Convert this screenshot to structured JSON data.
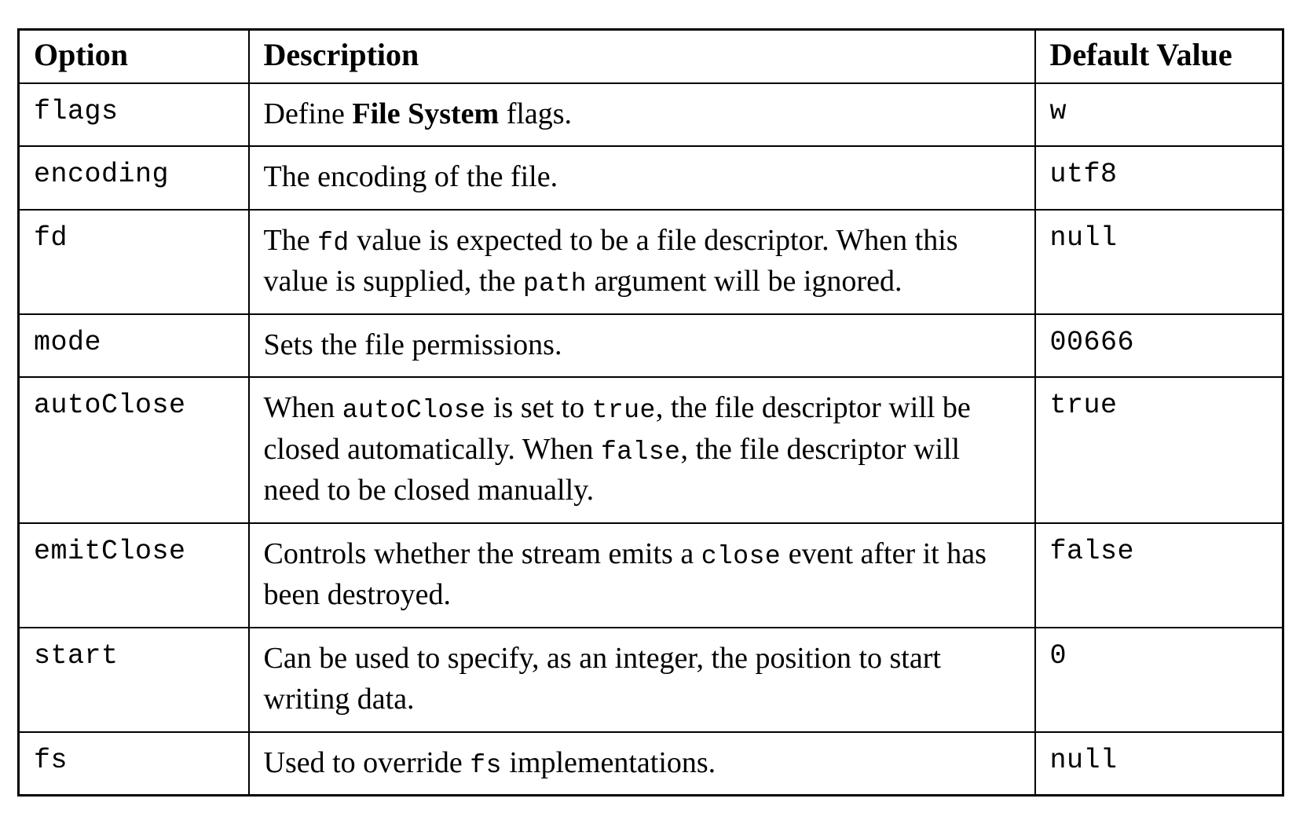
{
  "table": {
    "headers": {
      "option": "Option",
      "description": "Description",
      "default_value": "Default Value"
    },
    "rows": [
      {
        "option": "flags",
        "description_parts": [
          {
            "text": "Define ",
            "style": "normal"
          },
          {
            "text": "File System",
            "style": "bold"
          },
          {
            "text": " flags.",
            "style": "normal"
          }
        ],
        "description_text": "Define File System flags.",
        "default_value": "w"
      },
      {
        "option": "encoding",
        "description_parts": [
          {
            "text": "The encoding of the file.",
            "style": "normal"
          }
        ],
        "description_text": "The encoding of the file.",
        "default_value": "utf8"
      },
      {
        "option": "fd",
        "description_parts": [
          {
            "text": "The ",
            "style": "normal"
          },
          {
            "text": "fd",
            "style": "code"
          },
          {
            "text": " value is expected to be a file descriptor. When this value is supplied, the ",
            "style": "normal"
          },
          {
            "text": "path",
            "style": "code"
          },
          {
            "text": " argument will be ignored.",
            "style": "normal"
          }
        ],
        "description_text": "The fd value is expected to be a file descriptor. When this value is supplied, the path argument will be ignored.",
        "default_value": "null"
      },
      {
        "option": "mode",
        "description_parts": [
          {
            "text": "Sets the file permissions.",
            "style": "normal"
          }
        ],
        "description_text": "Sets the file permissions.",
        "default_value": "00666"
      },
      {
        "option": "autoClose",
        "description_parts": [
          {
            "text": "When ",
            "style": "normal"
          },
          {
            "text": "autoClose",
            "style": "code"
          },
          {
            "text": " is set to ",
            "style": "normal"
          },
          {
            "text": "true",
            "style": "code"
          },
          {
            "text": ", the file descriptor will be closed automatically. When ",
            "style": "normal"
          },
          {
            "text": "false",
            "style": "code"
          },
          {
            "text": ", the file descriptor will need to be closed manually.",
            "style": "normal"
          }
        ],
        "description_text": "When autoClose is set to true, the file descriptor will be closed automatically. When false, the file descriptor will need to be closed manually.",
        "default_value": "true"
      },
      {
        "option": "emitClose",
        "description_parts": [
          {
            "text": "Controls whether the stream emits a ",
            "style": "normal"
          },
          {
            "text": "close",
            "style": "code"
          },
          {
            "text": " event after it has been destroyed.",
            "style": "normal"
          }
        ],
        "description_text": "Controls whether the stream emits a close event after it has been destroyed.",
        "default_value": "false"
      },
      {
        "option": "start",
        "description_parts": [
          {
            "text": "Can be used to specify, as an integer, the position to start writing data.",
            "style": "normal"
          }
        ],
        "description_text": "Can be used to specify, as an integer, the position to start writing data.",
        "default_value": "0"
      },
      {
        "option": "fs",
        "description_parts": [
          {
            "text": "Used to override ",
            "style": "normal"
          },
          {
            "text": "fs",
            "style": "code"
          },
          {
            "text": " implementations.",
            "style": "normal"
          }
        ],
        "description_text": "Used to override fs implementations.",
        "default_value": "null"
      }
    ]
  },
  "colors": {
    "background": "#ffffff",
    "text": "#000000",
    "border": "#000000"
  }
}
